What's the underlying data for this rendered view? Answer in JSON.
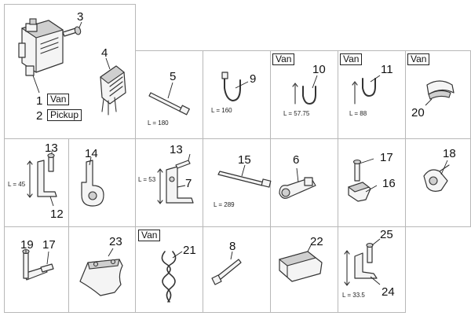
{
  "parts": {
    "p1": {
      "number": "1",
      "variant": "Van"
    },
    "p2": {
      "number": "2",
      "variant": "Pickup"
    },
    "p3": {
      "number": "3"
    },
    "p4": {
      "number": "4"
    },
    "p5": {
      "number": "5",
      "length": "L = 180"
    },
    "p6": {
      "number": "6"
    },
    "p7": {
      "number": "7",
      "length": "L = 53"
    },
    "p8": {
      "number": "8"
    },
    "p9": {
      "number": "9",
      "length": "L = 160"
    },
    "p10": {
      "number": "10",
      "variant": "Van",
      "length": "L = 57.75"
    },
    "p11": {
      "number": "11",
      "variant": "Van",
      "length": "L = 88"
    },
    "p12": {
      "number": "12",
      "length": "L = 45"
    },
    "p13a": {
      "number": "13"
    },
    "p13b": {
      "number": "13"
    },
    "p14": {
      "number": "14"
    },
    "p15": {
      "number": "15",
      "length": "L = 289"
    },
    "p16": {
      "number": "16"
    },
    "p17a": {
      "number": "17"
    },
    "p17b": {
      "number": "17"
    },
    "p18": {
      "number": "18"
    },
    "p19": {
      "number": "19"
    },
    "p20": {
      "number": "20",
      "variant": "Van"
    },
    "p21": {
      "number": "21",
      "variant": "Van"
    },
    "p22": {
      "number": "22"
    },
    "p23": {
      "number": "23"
    },
    "p24": {
      "number": "24",
      "length": "L = 33.5"
    },
    "p25": {
      "number": "25"
    }
  },
  "colors": {
    "line": "#333333",
    "border": "#b8b8b8",
    "fill": "#f4f4f4"
  },
  "icons": [
    "relay-module-icon",
    "bolt-icon",
    "connector-icon",
    "cable-tie-icon",
    "clip-icon",
    "bracket-icon",
    "clamp-icon"
  ]
}
